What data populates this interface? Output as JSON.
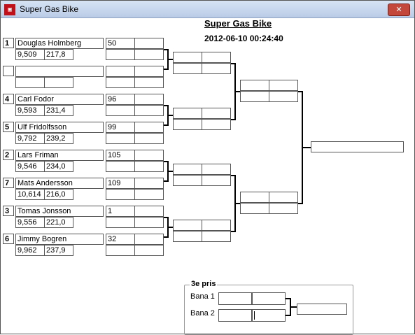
{
  "window": {
    "title": "Super Gas Bike",
    "icon": "app-icon",
    "close_label": "✕"
  },
  "header": {
    "title": "Super Gas Bike",
    "datetime": "2012-06-10 00:24:40"
  },
  "entries": [
    {
      "seed": "1",
      "name": "Douglas Holmberg",
      "time": "9,509",
      "speed": "217,8",
      "score": "50"
    },
    {
      "seed": "",
      "name": "",
      "time": "",
      "speed": "",
      "score": ""
    },
    {
      "seed": "4",
      "name": "Carl Fodor",
      "time": "9,593",
      "speed": "231,4",
      "score": "96"
    },
    {
      "seed": "5",
      "name": "Ulf Fridolfsson",
      "time": "9,792",
      "speed": "239,2",
      "score": "99"
    },
    {
      "seed": "2",
      "name": "Lars Friman",
      "time": "9,546",
      "speed": "234,0",
      "score": "105"
    },
    {
      "seed": "7",
      "name": "Mats Andersson",
      "time": "10,614",
      "speed": "216,0",
      "score": "109"
    },
    {
      "seed": "3",
      "name": "Tomas Jonsson",
      "time": "9,556",
      "speed": "221,0",
      "score": "1"
    },
    {
      "seed": "6",
      "name": "Jimmy Bogren",
      "time": "9,962",
      "speed": "237,9",
      "score": "32"
    }
  ],
  "third_place": {
    "label": "3e pris",
    "lane1": "Bana 1",
    "lane2": "Bana 2"
  }
}
